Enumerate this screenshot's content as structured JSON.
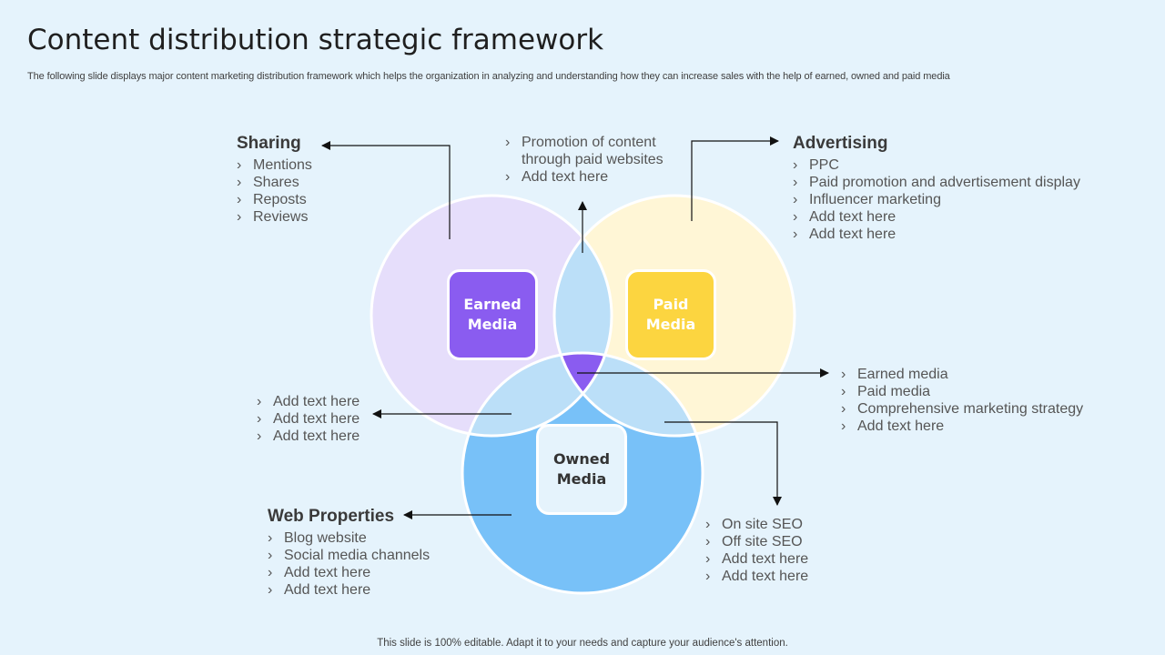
{
  "title": "Content distribution strategic framework",
  "subtitle": "The following slide displays major content marketing distribution framework which helps the organization in analyzing and understanding how they can increase sales with the help of earned, owned and paid media",
  "footer": "This slide is 100% editable. Adapt it to your needs and capture your audience's attention.",
  "colors": {
    "background": "#e5f3fc",
    "earned_circle": "#e6defb",
    "paid_circle": "#fff6d6",
    "owned_circle": "#78c1f8",
    "overlap": "#bbdff8",
    "center": "#8a5cf0",
    "earned_box": "#8a5cf0",
    "paid_box": "#fcd540",
    "owned_box": "#e5f3fc"
  },
  "media": {
    "earned": [
      "Earned",
      "Media"
    ],
    "paid": [
      "Paid",
      "Media"
    ],
    "owned": [
      "Owned",
      "Media"
    ]
  },
  "sharing": {
    "heading": "Sharing",
    "items": [
      "Mentions",
      "Shares",
      "Reposts",
      "Reviews"
    ]
  },
  "paid_top": {
    "items": [
      "Promotion of content",
      "through paid websites",
      "Add text here"
    ]
  },
  "advertising": {
    "heading": "Advertising",
    "items": [
      "PPC",
      "Paid promotion and advertisement display",
      "Influencer  marketing",
      "Add text here",
      "Add text here"
    ]
  },
  "earned_owned": {
    "items": [
      "Add text here",
      "Add text here",
      "Add text here"
    ]
  },
  "center_block": {
    "items": [
      "Earned media",
      "Paid media",
      "Comprehensive marketing strategy",
      "Add text here"
    ]
  },
  "web_properties": {
    "heading": "Web Properties",
    "items": [
      "Blog website",
      "Social media channels",
      "Add text here",
      "Add text here"
    ]
  },
  "seo": {
    "items": [
      "On site SEO",
      "Off site SEO",
      "Add text here",
      "Add text here"
    ]
  }
}
